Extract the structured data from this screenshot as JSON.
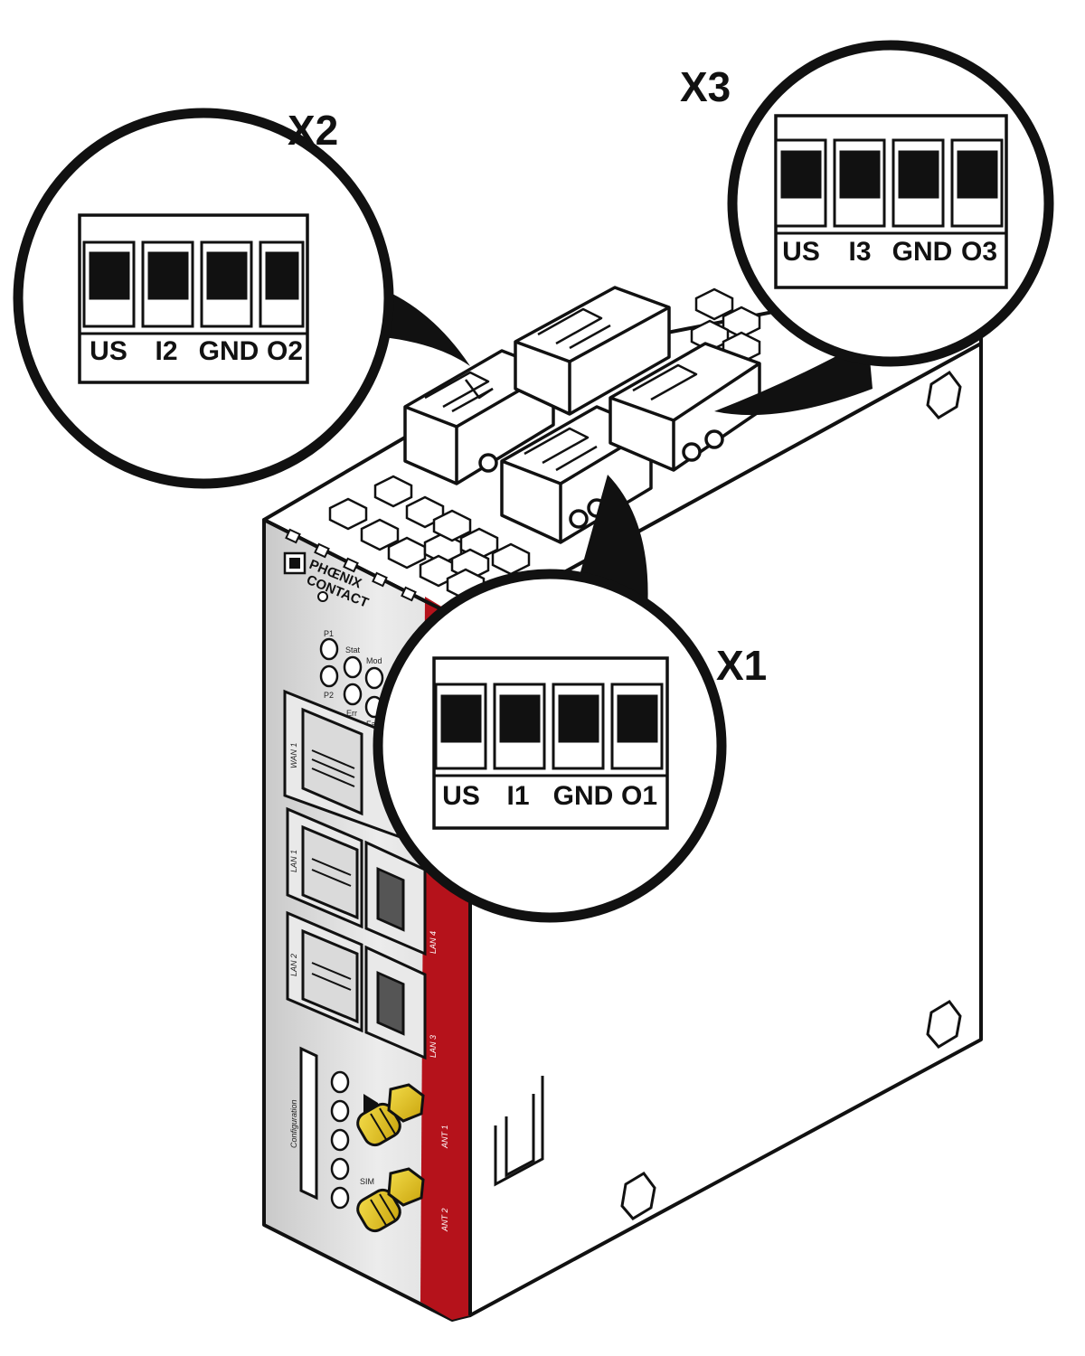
{
  "device": {
    "brand_line1": "PHŒNIX",
    "brand_line2": "CONTACT",
    "led_labels": [
      "P1",
      "Stat",
      "Mod",
      "P2",
      "Err",
      "Fau"
    ],
    "port_labels": {
      "wan1": "WAN 1",
      "lan1": "LAN 1",
      "lan2": "LAN 2",
      "lan3": "LAN 3",
      "lan4": "LAN 4"
    },
    "config_label": "Configuration",
    "sim_label": "SIM",
    "antenna_labels": [
      "ANT 1",
      "ANT 2"
    ]
  },
  "callouts": [
    {
      "id": "X2",
      "title": "X2",
      "pins": [
        "US",
        "I2",
        "GND",
        "O2"
      ]
    },
    {
      "id": "X3",
      "title": "X3",
      "pins": [
        "US",
        "I3",
        "GND",
        "O3"
      ]
    },
    {
      "id": "X1",
      "title": "X1",
      "pins": [
        "US",
        "I1",
        "GND",
        "O1"
      ]
    }
  ],
  "colors": {
    "brand_red": "#b5121b",
    "antenna_gold": "#e8c417",
    "outline": "#111111"
  }
}
